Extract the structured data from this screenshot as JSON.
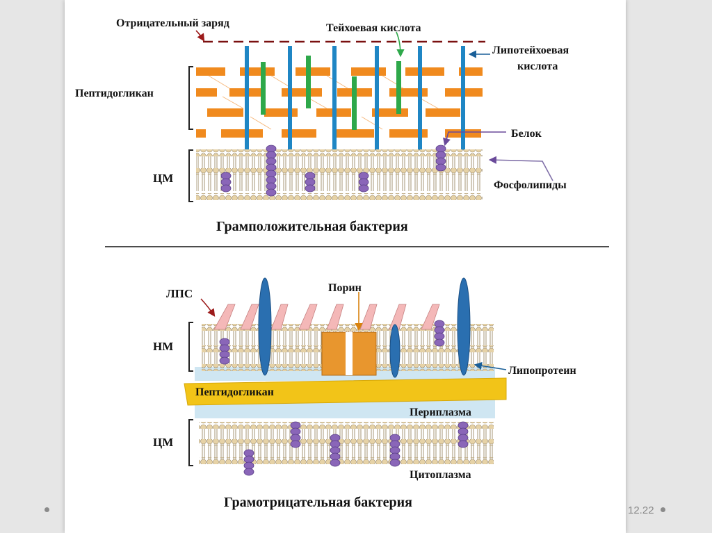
{
  "slide": {
    "footer_date": "12.22",
    "nav": [
      "left-dot",
      "right-dot"
    ]
  },
  "gram_positive": {
    "caption": "Грамположительная бактерия",
    "labels": {
      "negative_charge": "Отрицательный заряд",
      "teichoic_acid": "Тейхоевая кислота",
      "lipoteichoic_acid_line1": "Липотейхоевая",
      "lipoteichoic_acid_line2": "кислота",
      "peptidoglycan": "Пептидогликан",
      "protein": "Белок",
      "cm": "ЦМ",
      "phospholipids": "Фосфолипиды"
    }
  },
  "gram_negative": {
    "caption": "Грамотрицательная бактерия",
    "labels": {
      "lps": "ЛПС",
      "porin": "Порин",
      "om": "НМ",
      "lipoprotein": "Липопротеин",
      "peptidoglycan": "Пептидогликан",
      "periplasm": "Периплазма",
      "cm": "ЦМ",
      "cytoplasm": "Цитоплазма"
    }
  },
  "colors": {
    "peptidoglycan_bar": "#f08a1e",
    "teichoic": "#2ea84a",
    "lipoteichoic": "#1f86c4",
    "lipid_head": "#e6d2a6",
    "protein": "#8a66b8",
    "pg_layer": "#f2c418",
    "periplasm": "#cfe6f2",
    "lps": "#f4b8b8",
    "porin": "#e8962e",
    "lipoprotein": "#2a6fb0",
    "arrow_red": "#9c1b1b",
    "arrow_blue": "#1a5f98"
  }
}
